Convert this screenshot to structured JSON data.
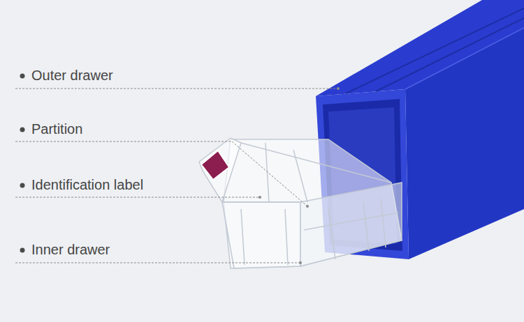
{
  "diagram": {
    "labels": [
      "Outer drawer",
      "Partition",
      "Identification label",
      "Inner drawer"
    ]
  }
}
